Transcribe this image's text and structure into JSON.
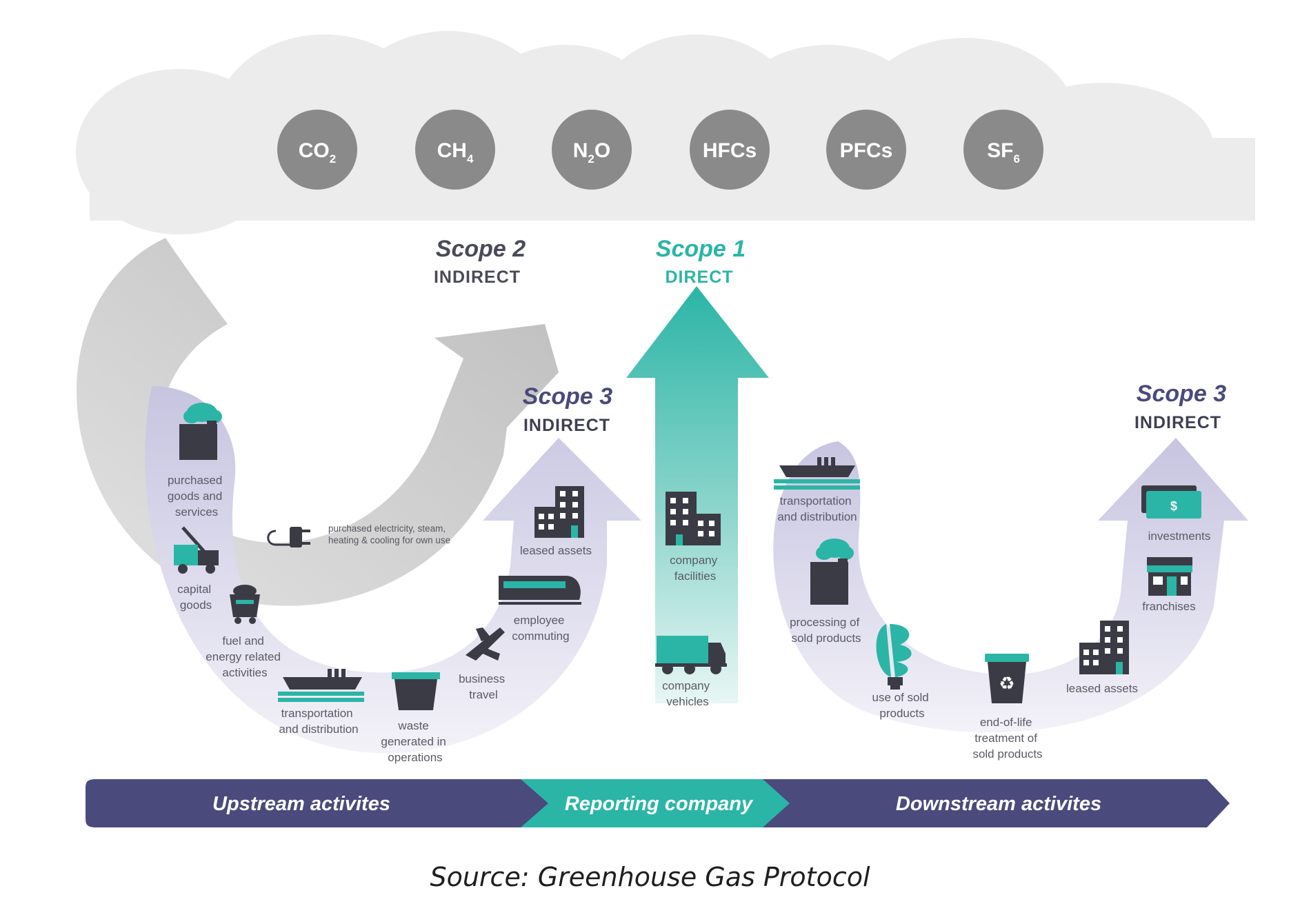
{
  "gases": [
    {
      "base": "CO",
      "sub": "2"
    },
    {
      "base": "CH",
      "sub": "4"
    },
    {
      "base": "N",
      "sub": "2",
      "tail": "O"
    },
    {
      "base": "HFCs",
      "sub": ""
    },
    {
      "base": "PFCs",
      "sub": ""
    },
    {
      "base": "SF",
      "sub": "6"
    }
  ],
  "scopes": {
    "scope2": {
      "title": "Scope 2",
      "type": "INDIRECT"
    },
    "scope1": {
      "title": "Scope 1",
      "type": "DIRECT"
    },
    "scope3_upstream": {
      "title": "Scope 3",
      "type": "INDIRECT"
    },
    "scope3_downstream": {
      "title": "Scope 3",
      "type": "INDIRECT"
    }
  },
  "scope2_item": [
    "purchased electricity, steam,",
    "heating & cooling for own use"
  ],
  "upstream_items": {
    "purchased_goods": [
      "purchased",
      "goods and",
      "services"
    ],
    "capital_goods": [
      "capital",
      "goods"
    ],
    "fuel_energy": [
      "fuel and",
      "energy related",
      "activities"
    ],
    "transportation": [
      "transportation",
      "and distribution"
    ],
    "waste": [
      "waste",
      "generated in",
      "operations"
    ],
    "business_travel": [
      "business",
      "travel"
    ],
    "employee_commuting": [
      "employee",
      "commuting"
    ],
    "leased_assets": [
      "leased assets"
    ]
  },
  "company_items": {
    "facilities": [
      "company",
      "facilities"
    ],
    "vehicles": [
      "company",
      "vehicles"
    ]
  },
  "downstream_items": {
    "transportation": [
      "transportation",
      "and distribution"
    ],
    "processing": [
      "processing of",
      "sold products"
    ],
    "use": [
      "use of sold",
      "products"
    ],
    "end_of_life": [
      "end-of-life",
      "treatment of",
      "sold products"
    ],
    "leased_assets": [
      "leased assets"
    ],
    "franchises": [
      "franchises"
    ],
    "investments": [
      "investments"
    ]
  },
  "band": {
    "upstream": "Upstream activites",
    "reporting": "Reporting company",
    "downstream": "Downstream activites"
  },
  "source": "Source: Greenhouse Gas Protocol",
  "colors": {
    "teal": "#2bb5a6",
    "navy": "#4b4a7c",
    "lavender": "#cfcde6",
    "gray_arrow": "#c4c4c4",
    "cloud": "#eeeeee",
    "gas_circle": "#8a8a8a",
    "icon": "#3b3b45"
  }
}
